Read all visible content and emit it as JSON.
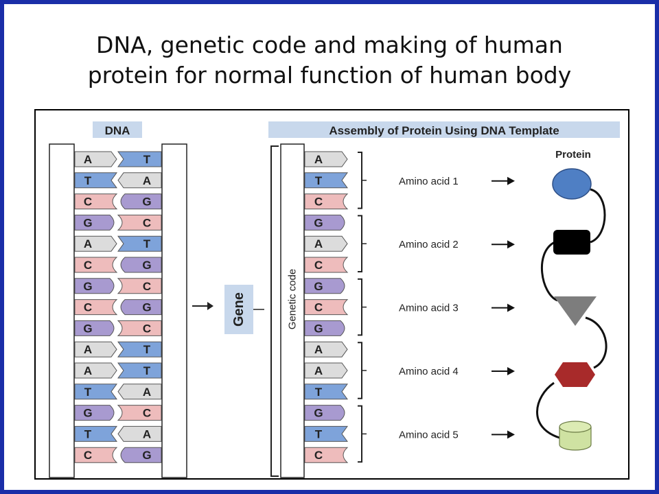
{
  "title": {
    "line1": "DNA, genetic code and making of human",
    "line2": "protein for normal function of human body"
  },
  "headers": {
    "dna": "DNA",
    "assembly": "Assembly of Protein Using DNA Template"
  },
  "dna_pairs": [
    [
      "A",
      "T"
    ],
    [
      "T",
      "A"
    ],
    [
      "C",
      "G"
    ],
    [
      "G",
      "C"
    ],
    [
      "A",
      "T"
    ],
    [
      "C",
      "G"
    ],
    [
      "G",
      "C"
    ],
    [
      "C",
      "G"
    ],
    [
      "G",
      "C"
    ],
    [
      "A",
      "T"
    ],
    [
      "A",
      "T"
    ],
    [
      "T",
      "A"
    ],
    [
      "G",
      "C"
    ],
    [
      "T",
      "A"
    ],
    [
      "C",
      "G"
    ]
  ],
  "gene_label": "Gene",
  "genetic_code_label": "Genetic code",
  "template_bases": [
    "A",
    "T",
    "C",
    "G",
    "A",
    "C",
    "G",
    "C",
    "G",
    "A",
    "A",
    "T",
    "G",
    "T",
    "C"
  ],
  "protein_label": "Protein",
  "amino_acids": [
    {
      "label": "Amino acid 1",
      "shape": "circle",
      "color": "#4f7fc4"
    },
    {
      "label": "Amino acid 2",
      "shape": "rounded-square",
      "color": "#000000"
    },
    {
      "label": "Amino acid 3",
      "shape": "triangle",
      "color": "#7d7d7d"
    },
    {
      "label": "Amino acid 4",
      "shape": "hexagon",
      "color": "#a82a2a"
    },
    {
      "label": "Amino acid 5",
      "shape": "cylinder",
      "color": "#cfe2a2"
    }
  ],
  "base_colors": {
    "A": "#dcdcdc",
    "T": "#7ea3da",
    "C": "#eebcbc",
    "G": "#a89ad0"
  },
  "header_bg": "#c8d8ec"
}
